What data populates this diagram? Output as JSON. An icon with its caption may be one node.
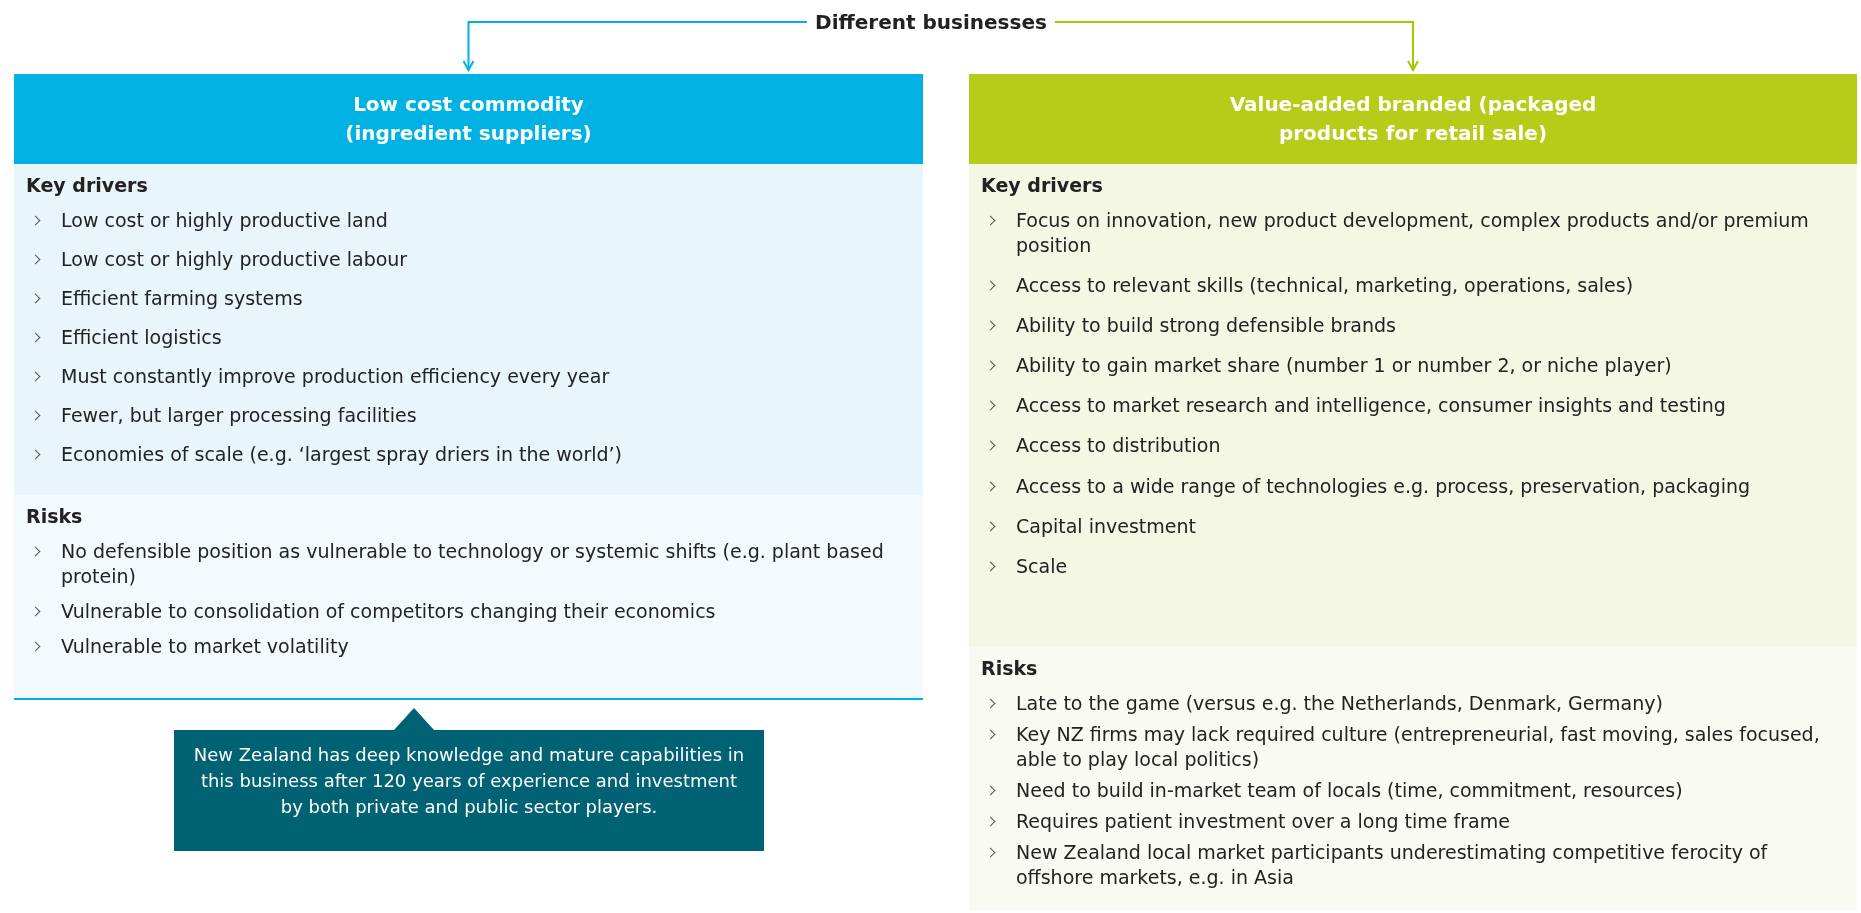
{
  "diagram": {
    "nodes": [
      {
        "text": [
          "Different businesses"
        ]
      },
      {
        "text": [
          "Low cost commodity (ingredient suppliers)"
        ]
      },
      {
        "text": [
          "Key drivers",
          "Low cost or highly productive land",
          "Low cost or highly productive labour",
          "Efficient farming systems",
          "Efficient logistics",
          "Must constantly improve production efficiency every year",
          "Fewer, but larger processing facilities",
          "Economies of scale (e.g. ‘largest spray driers in the world’)"
        ],
        "in": 1
      },
      {
        "text": [
          "Risks",
          "No defensible position as vulnerable to technology or systemic shifts (e.g. plant based protein)",
          "Vulnerable to consolidation of competitors changing their economics",
          "Vulnerable to market volatility"
        ],
        "in": 1
      },
      {
        "text": [
          "New Zealand has deep knowledge and mature capabilities in this business after 120 years of experience and investment by both private and public sector players."
        ]
      },
      {
        "text": [
          "Value-added branded (packaged products for retail sale)"
        ]
      },
      {
        "text": [
          "Key drivers",
          "Focus on innovation, new product development, complex products and/or premium position",
          "Access to relevant skills (technical, marketing, operations, sales)",
          "Ability to build strong defensible brands",
          "Ability to gain market share (number 1 or number 2, or niche player)",
          "Access to market research and intelligence, consumer insights and testing",
          "Access to distribution",
          "Access to a wide range of technologies e.g. process, preservation, packaging",
          "Capital investment",
          "Scale"
        ],
        "in": 5
      },
      {
        "text": [
          "Risks",
          "Late to the game (versus e.g. the Netherlands, Denmark, Germany)",
          "Key NZ firms may lack required culture (entrepreneurial, fast moving, sales focused, able to play local politics)",
          "Need to build in-market team of locals (time, commitment, resources)",
          "Requires patient investment over a long time frame",
          "New Zealand local market participants underestimating competitive ferocity of offshore markets, e.g. in Asia"
        ],
        "in": 5
      }
    ],
    "edges": [
      {
        "from": 0,
        "to": 1,
        "arrow": "to",
        "color": "#00b2e3"
      },
      {
        "from": 0,
        "to": 5,
        "arrow": "to",
        "color": "#a8c400"
      }
    ]
  }
}
